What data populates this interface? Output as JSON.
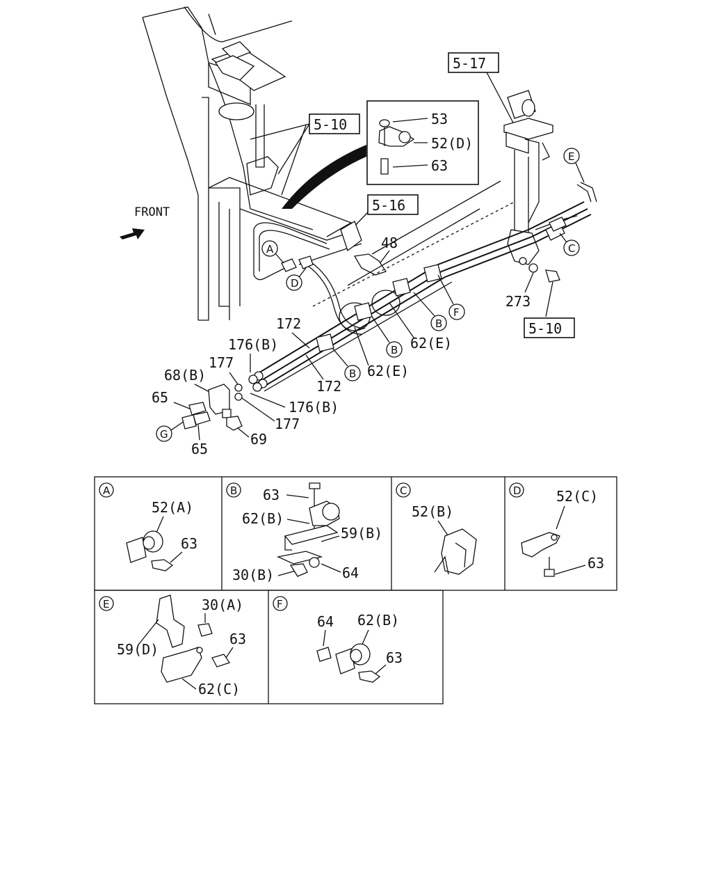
{
  "labels": {
    "front": "FRONT",
    "ref_5_10_top": "5-10",
    "ref_5_10_bottom": "5-10",
    "ref_5_16": "5-16",
    "ref_5_17": "5-17",
    "p53": "53",
    "p52d": "52(D)",
    "p63_inset": "63",
    "p48": "48",
    "p273": "273",
    "p172_top": "172",
    "p172_bottom": "172",
    "p176b_top": "176(B)",
    "p176b_bottom": "176(B)",
    "p177_top": "177",
    "p177_bottom": "177",
    "p68b": "68(B)",
    "p65_top": "65",
    "p65_bottom": "65",
    "p69": "69",
    "p62e_right": "62(E)",
    "p62e_left": "62(E)"
  },
  "callouts": {
    "A": "A",
    "B": "B",
    "C": "C",
    "D": "D",
    "E": "E",
    "F": "F",
    "G": "G"
  },
  "details": {
    "A": {
      "tag": "A",
      "p1": "52(A)",
      "p2": "63"
    },
    "B": {
      "tag": "B",
      "p1": "63",
      "p2": "62(B)",
      "p3": "59(B)",
      "p4": "30(B)",
      "p5": "64"
    },
    "C": {
      "tag": "C",
      "p1": "52(B)"
    },
    "D": {
      "tag": "D",
      "p1": "52(C)",
      "p2": "63"
    },
    "E": {
      "tag": "E",
      "p1": "30(A)",
      "p2": "59(D)",
      "p3": "63",
      "p4": "62(C)"
    },
    "F": {
      "tag": "F",
      "p1": "64",
      "p2": "62(B)",
      "p3": "63"
    }
  }
}
